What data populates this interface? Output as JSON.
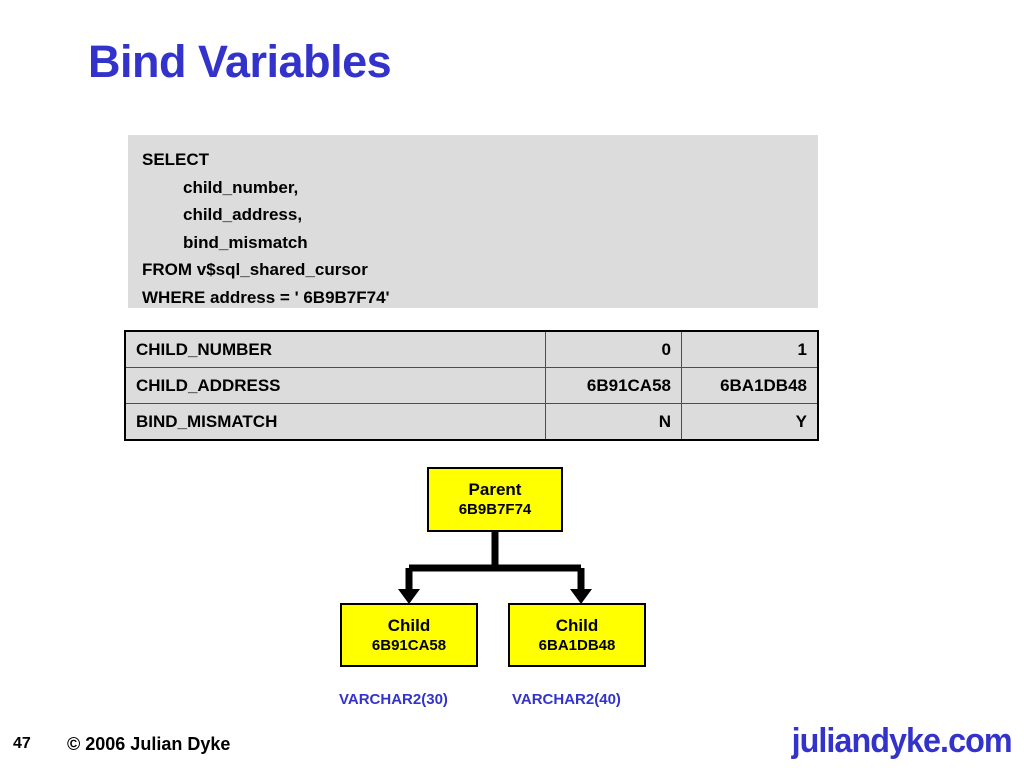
{
  "slide": {
    "title": "Bind Variables",
    "page_number": "47",
    "copyright": "© 2006 Julian Dyke",
    "logo": "juliandyke.com",
    "accent_color": "#3333CC",
    "code_bg_color": "#DCDCDC",
    "node_color": "#FFFF00"
  },
  "sql": {
    "lines": [
      {
        "text": "SELECT",
        "indent": false
      },
      {
        "text": "child_number,",
        "indent": true
      },
      {
        "text": "child_address,",
        "indent": true
      },
      {
        "text": "bind_mismatch",
        "indent": true
      },
      {
        "text": "FROM v$sql_shared_cursor",
        "indent": false
      },
      {
        "text": "WHERE address = ' 6B9B7F74'",
        "indent": false
      }
    ]
  },
  "results_table": {
    "rows": [
      {
        "label": "CHILD_NUMBER",
        "col1": "0",
        "col2": "1"
      },
      {
        "label": "CHILD_ADDRESS",
        "col1": "6B91CA58",
        "col2": "6BA1DB48"
      },
      {
        "label": "BIND_MISMATCH",
        "col1": "N",
        "col2": "Y"
      }
    ]
  },
  "diagram": {
    "parent": {
      "title": "Parent",
      "address": "6B9B7F74"
    },
    "children": [
      {
        "title": "Child",
        "address": "6B91CA58",
        "type": "VARCHAR2(30)"
      },
      {
        "title": "Child",
        "address": "6BA1DB48",
        "type": "VARCHAR2(40)"
      }
    ]
  }
}
